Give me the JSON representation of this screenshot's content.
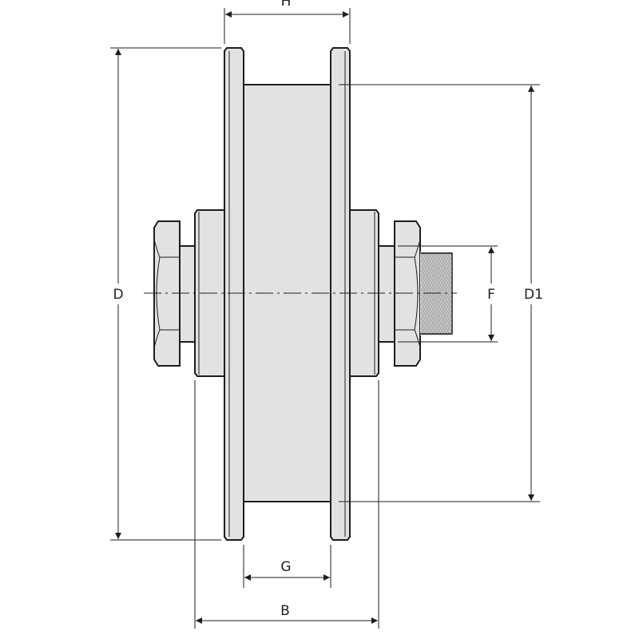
{
  "labels": {
    "H": "H",
    "D": "D",
    "D1": "D1",
    "F": "F",
    "G": "G",
    "B": "B"
  },
  "colors": {
    "fill": "#e2e2e2",
    "stroke": "#1e1e1e"
  }
}
